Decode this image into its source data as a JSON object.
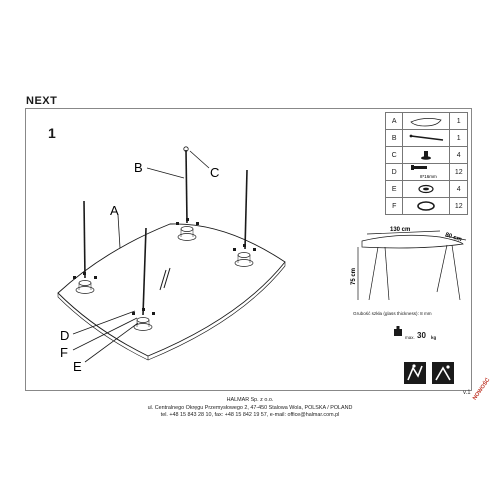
{
  "header": {
    "brand": "NEXT"
  },
  "step": {
    "number": "1"
  },
  "callouts": {
    "A": "A",
    "B": "B",
    "C": "C",
    "D": "D",
    "E": "E",
    "F": "F"
  },
  "parts": [
    {
      "letter": "A",
      "qty": "1",
      "icon": "glass-tabletop-icon"
    },
    {
      "letter": "B",
      "qty": "1",
      "icon": "leg-icon"
    },
    {
      "letter": "C",
      "qty": "4",
      "icon": "leveling-foot-icon"
    },
    {
      "letter": "D",
      "qty": "12",
      "icon": "bolt-icon",
      "note": "8*16mm"
    },
    {
      "letter": "E",
      "qty": "4",
      "icon": "mounting-disc-icon"
    },
    {
      "letter": "F",
      "qty": "12",
      "icon": "washer-ring-icon"
    }
  ],
  "dimensions": {
    "length": "130 cm",
    "width": "80 cm",
    "height": "75 cm"
  },
  "glass_note": "Grubość szkła (glass thickness): 8 mm",
  "load": {
    "max_label": "max.",
    "value": "30",
    "unit": "kg"
  },
  "version": "v.1",
  "footer": {
    "line1": "HALMAR Sp. z o.o.",
    "line2": "ul. Centralnego Okręgu Przemysłowego 2, 47-450 Stalowa Wola, POLSKA / POLAND",
    "line3": "tel. +48 15 843 28 10, fax: +48 15 842 19 57, e-mail: office@halmar.com.pl"
  },
  "badge": "NOWOŚĆ",
  "colors": {
    "line": "#1a1a1a",
    "frame": "#888888",
    "badge": "#c0392b"
  }
}
